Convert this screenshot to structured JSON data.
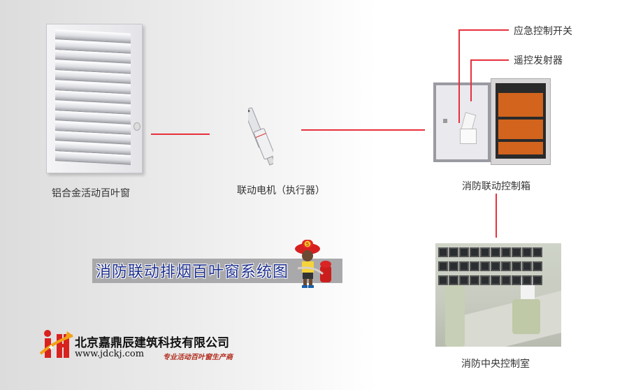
{
  "diagram": {
    "title": "消防联动排烟百叶窗系统图",
    "nodes": [
      {
        "id": "louver",
        "label": "铝合金活动百叶窗"
      },
      {
        "id": "actuator",
        "label": "联动电机（执行器）"
      },
      {
        "id": "control_box",
        "label": "消防联动控制箱"
      },
      {
        "id": "control_room",
        "label": "消防中央控制室"
      }
    ],
    "callouts": [
      {
        "label": "应急控制开关",
        "target": "control_box"
      },
      {
        "label": "遥控发射器",
        "target": "control_box"
      }
    ],
    "edges": [
      {
        "from": "louver",
        "to": "actuator"
      },
      {
        "from": "actuator",
        "to": "control_box"
      },
      {
        "from": "control_box",
        "to": "control_room"
      }
    ],
    "mascot": {
      "helmet_number": "5"
    }
  },
  "company": {
    "name": "北京嘉鼎辰建筑科技有限公司",
    "website": "www.jdckj.com",
    "slogan": "专业活动百叶窗生产商"
  },
  "colors": {
    "connector": "#e8303c",
    "title_text": "#1d2f8e",
    "banner": "#a9a9ab",
    "slogan": "#b02a1a"
  }
}
